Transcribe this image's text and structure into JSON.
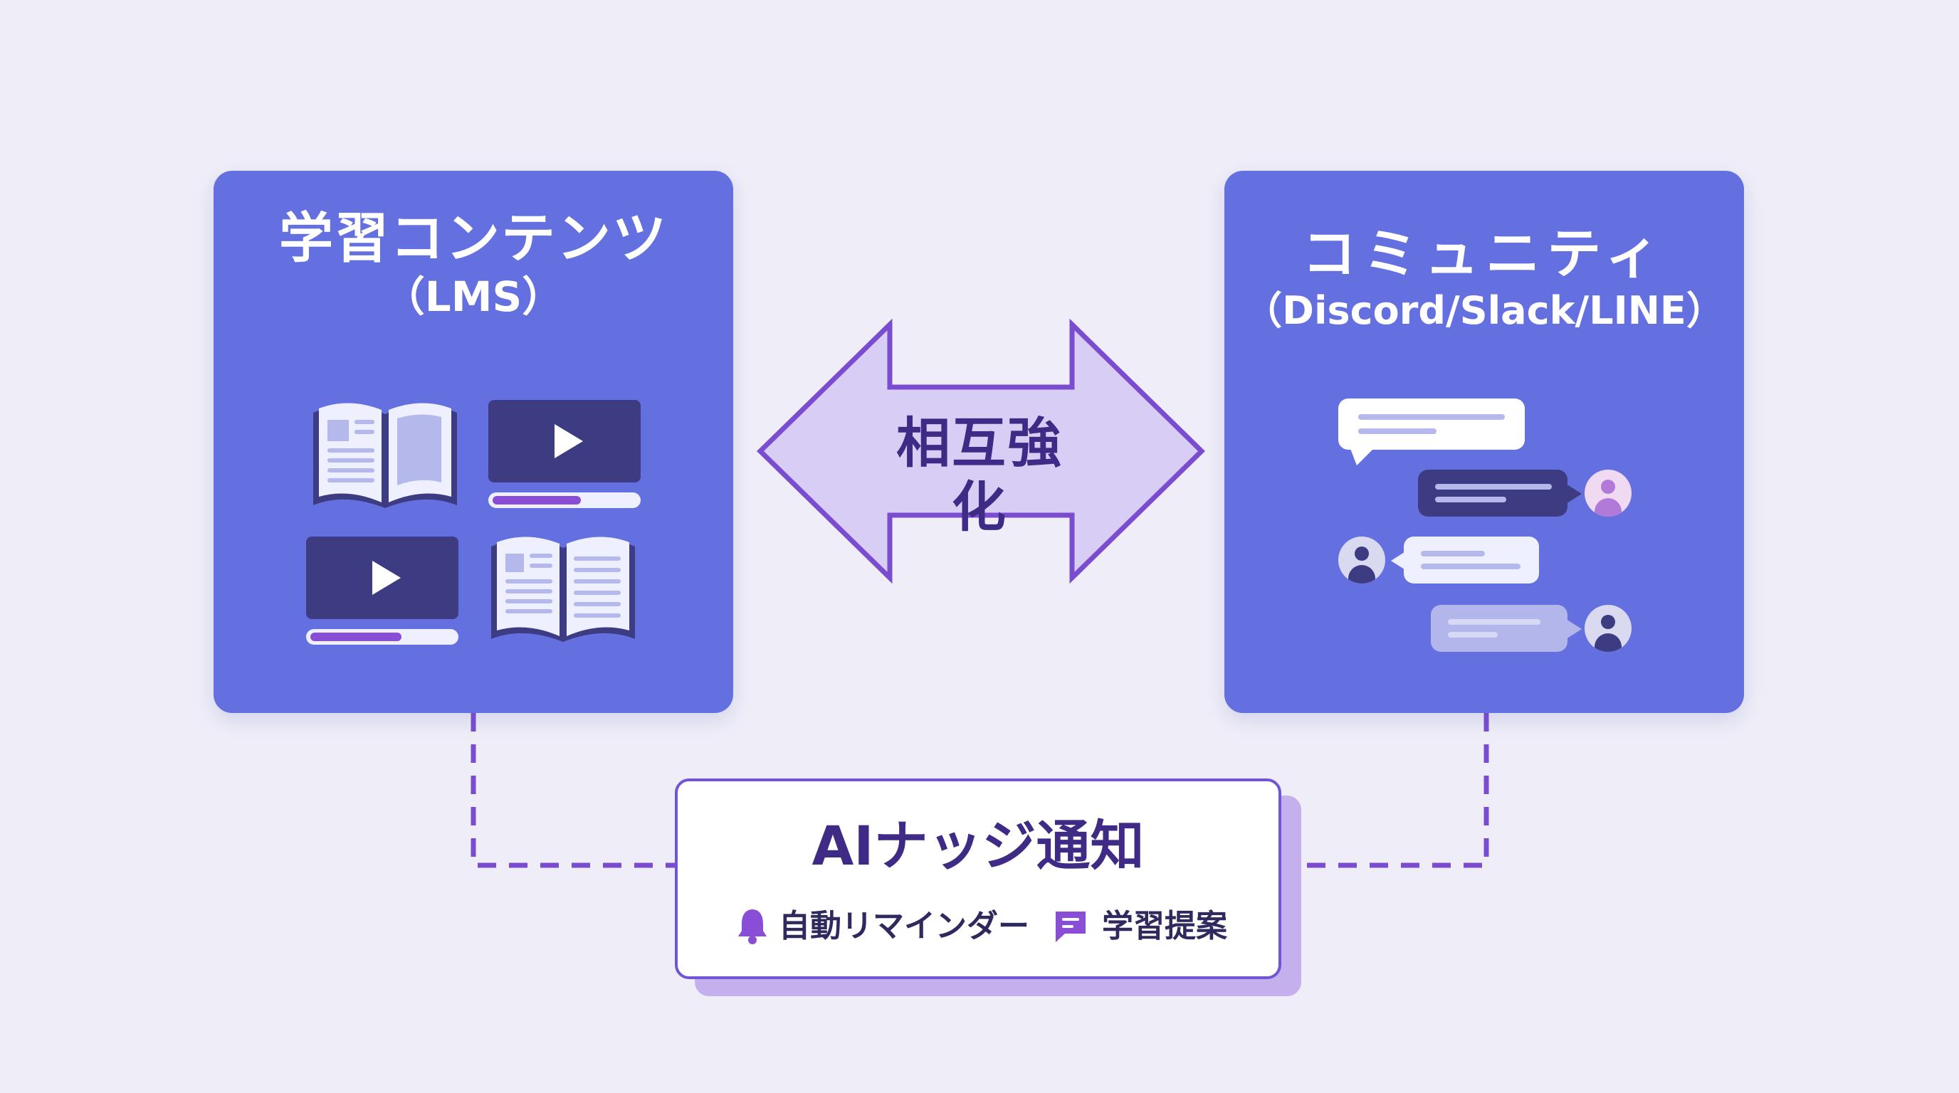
{
  "lms": {
    "title": "学習コンテンツ",
    "subtitle": "（LMS）",
    "icons": [
      "open-book-icon",
      "video-player-icon",
      "video-player-icon",
      "open-book-icon"
    ],
    "progress": [
      0.6,
      0.62
    ]
  },
  "community": {
    "title": "コミュニティ",
    "subtitle": "（Discord/Slack/LINE）",
    "icons": [
      "chat-bubble-icon",
      "user-avatar-icon"
    ]
  },
  "center": {
    "label": "相互強化",
    "icon": "double-arrow-icon"
  },
  "ai": {
    "title": "AIナッジ通知",
    "chip_reminder": "自動リマインダー",
    "chip_reminder_icon": "bell-icon",
    "chip_suggest": "学習提案",
    "chip_suggest_icon": "message-icon"
  },
  "colors": {
    "background": "#efeef8",
    "panel": "#6470e0",
    "accent_purple": "#7a4cd0",
    "dark_navy": "#3d3c82",
    "arrow_fill": "#d8cdf5"
  }
}
